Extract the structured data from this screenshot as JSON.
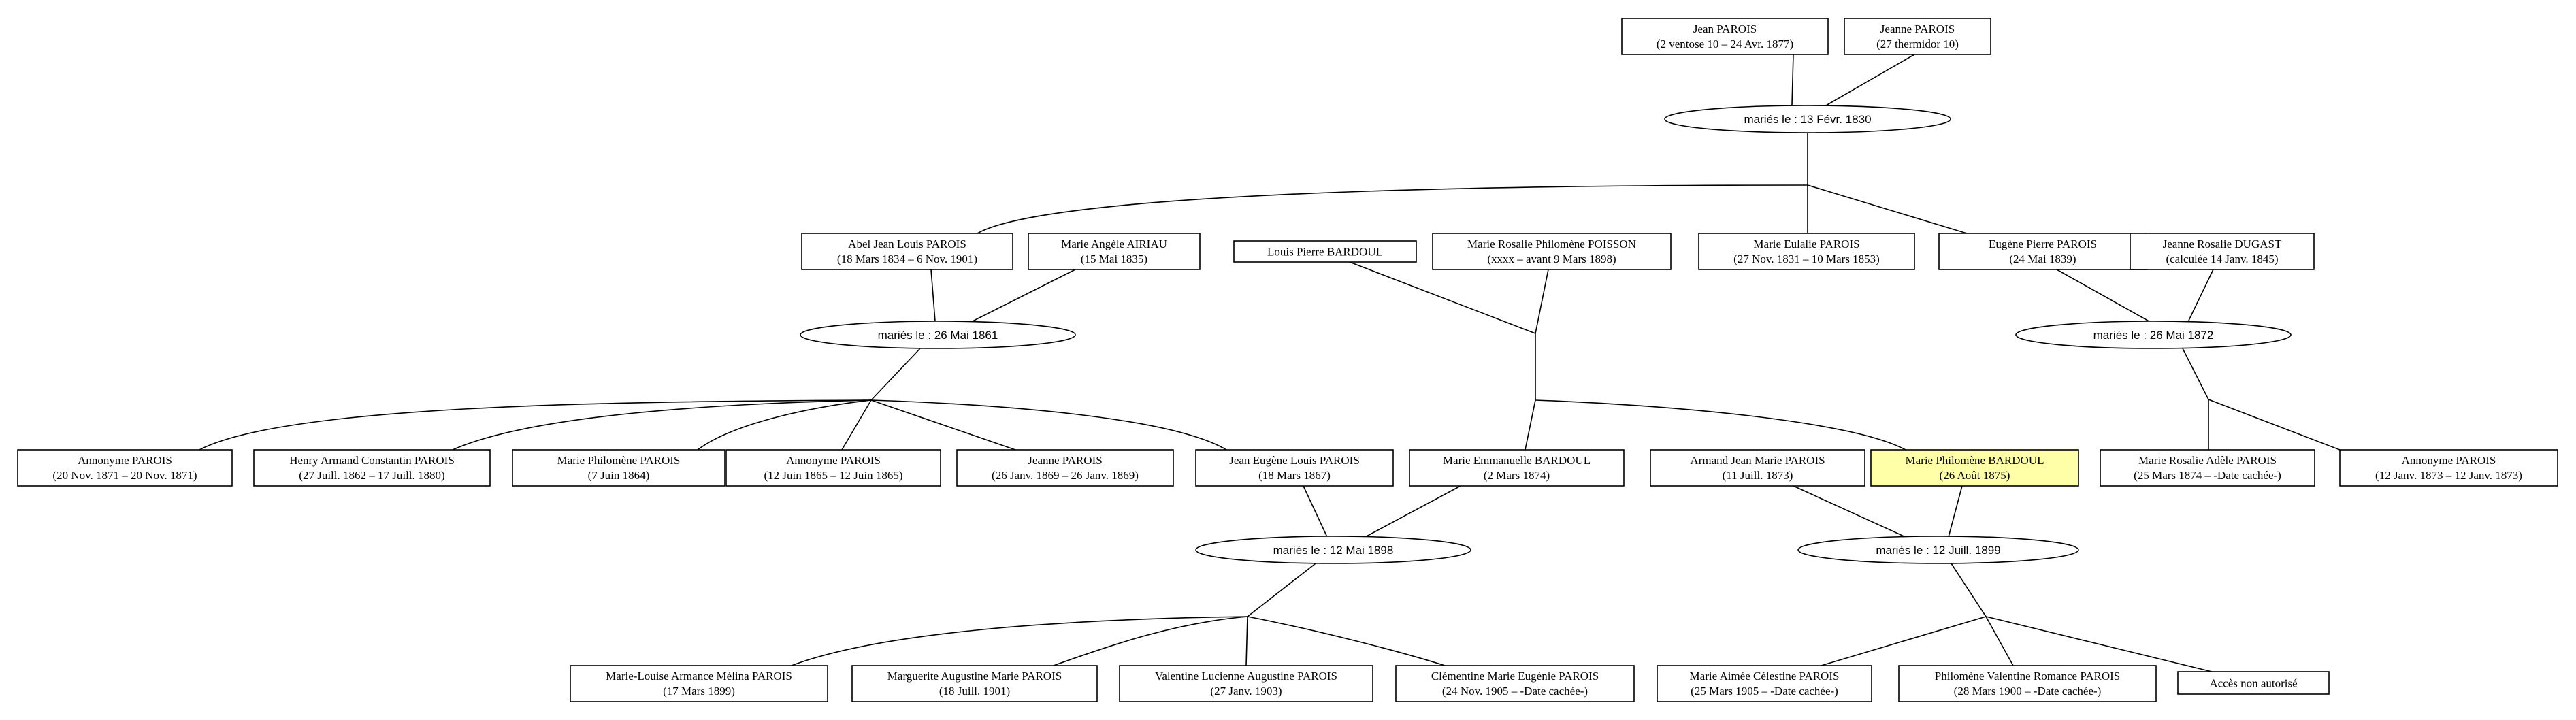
{
  "colors": {
    "background": "#ffffff",
    "stroke": "#000000",
    "highlight": "#ffffa8"
  },
  "persons": [
    {
      "id": "p1",
      "name": "Jean PAROIS",
      "dates": "(2 ventose 10 – 24 Avr. 1877)"
    },
    {
      "id": "p2",
      "name": "Jeanne PAROIS",
      "dates": "(27 thermidor 10)"
    },
    {
      "id": "p3",
      "name": "Abel Jean Louis PAROIS",
      "dates": "(18 Mars 1834 – 6 Nov. 1901)"
    },
    {
      "id": "p4",
      "name": "Marie Angèle AIRIAU",
      "dates": "(15 Mai 1835)"
    },
    {
      "id": "p5",
      "name": "Louis Pierre BARDOUL",
      "dates": ""
    },
    {
      "id": "p6",
      "name": "Marie Rosalie Philomène POISSON",
      "dates": "(xxxx – avant 9 Mars 1898)"
    },
    {
      "id": "p7",
      "name": "Marie Eulalie PAROIS",
      "dates": "(27 Nov. 1831 – 10 Mars 1853)"
    },
    {
      "id": "p8",
      "name": "Eugène Pierre PAROIS",
      "dates": "(24 Mai 1839)"
    },
    {
      "id": "p9",
      "name": "Jeanne Rosalie DUGAST",
      "dates": "(calculée 14 Janv. 1845)"
    },
    {
      "id": "p10",
      "name": "Annonyme PAROIS",
      "dates": "(20 Nov. 1871 – 20 Nov. 1871)"
    },
    {
      "id": "p11",
      "name": "Henry Armand Constantin PAROIS",
      "dates": "(27 Juill. 1862 – 17 Juill. 1880)"
    },
    {
      "id": "p12",
      "name": "Marie Philomène PAROIS",
      "dates": "(7 Juin 1864)"
    },
    {
      "id": "p13",
      "name": "Annonyme PAROIS",
      "dates": "(12 Juin 1865 – 12 Juin 1865)"
    },
    {
      "id": "p14",
      "name": "Jeanne PAROIS",
      "dates": "(26 Janv. 1869 – 26 Janv. 1869)"
    },
    {
      "id": "p15",
      "name": "Jean Eugène Louis PAROIS",
      "dates": "(18 Mars 1867)"
    },
    {
      "id": "p16",
      "name": "Marie Emmanuelle BARDOUL",
      "dates": "(2 Mars 1874)"
    },
    {
      "id": "p17",
      "name": "Armand Jean Marie PAROIS",
      "dates": "(11 Juill. 1873)"
    },
    {
      "id": "p18",
      "name": "Marie Philomène BARDOUL",
      "dates": "(26 Août 1875)",
      "highlight": true
    },
    {
      "id": "p19",
      "name": "Marie Rosalie Adèle PAROIS",
      "dates": "(25 Mars 1874 – -Date cachée-)"
    },
    {
      "id": "p20",
      "name": "Annonyme PAROIS",
      "dates": "(12 Janv. 1873 – 12 Janv. 1873)"
    },
    {
      "id": "p21",
      "name": "Marie-Louise Armance Mélina PAROIS",
      "dates": "(17 Mars 1899)"
    },
    {
      "id": "p22",
      "name": "Marguerite Augustine Marie PAROIS",
      "dates": "(18 Juill. 1901)"
    },
    {
      "id": "p23",
      "name": "Valentine Lucienne Augustine PAROIS",
      "dates": "(27 Janv. 1903)"
    },
    {
      "id": "p24",
      "name": "Clémentine Marie Eugénie PAROIS",
      "dates": "(24 Nov. 1905 – -Date cachée-)"
    },
    {
      "id": "p25",
      "name": "Marie Aimée Célestine PAROIS",
      "dates": "(25 Mars 1905 – -Date cachée-)"
    },
    {
      "id": "p26",
      "name": "Philomène Valentine Romance PAROIS",
      "dates": "(28 Mars 1900 – -Date cachée-)"
    },
    {
      "id": "p27",
      "name": "Accès non autorisé",
      "dates": ""
    }
  ],
  "marriages": [
    {
      "id": "m1",
      "label": "mariés le : 13 Févr. 1830"
    },
    {
      "id": "m2",
      "label": "mariés le : 26 Mai 1861"
    },
    {
      "id": "m3",
      "label": "mariés le : 26 Mai 1872"
    },
    {
      "id": "m4",
      "label": "mariés le : 12 Mai 1898"
    },
    {
      "id": "m5",
      "label": "mariés le : 12 Juill. 1899"
    }
  ]
}
